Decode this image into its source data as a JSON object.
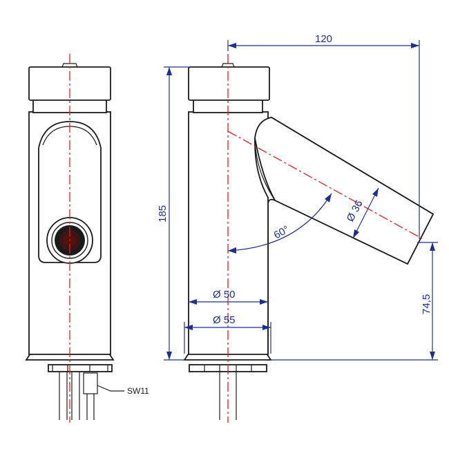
{
  "dimensions": {
    "width_120": "120",
    "height_185": "185",
    "height_74_5": "74,5",
    "dia_50": "Ø 50",
    "dia_55": "Ø 55",
    "dia_36": "Ø 36",
    "angle_60": "60°"
  },
  "notes": {
    "wrench_size": "SW11"
  },
  "colors": {
    "outline": "#1a1a1a",
    "centerline": "#e0201c",
    "dimension": "#1f2f8f"
  }
}
